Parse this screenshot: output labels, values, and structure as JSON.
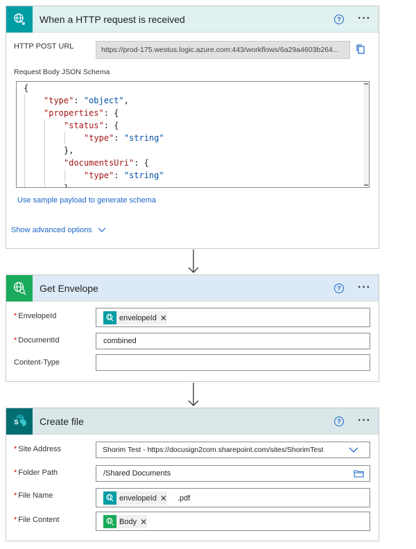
{
  "trigger": {
    "title": "When a HTTP request is received",
    "url_label": "HTTP POST URL",
    "url_value": "https://prod-175.westus.logic.azure.com:443/workflows/6a29a4603b264...",
    "schema_label": "Request Body JSON Schema",
    "code_lines": [
      {
        "indent": 0,
        "parts": [
          [
            "pun",
            "{"
          ]
        ]
      },
      {
        "indent": 1,
        "parts": [
          [
            "key",
            "\"type\""
          ],
          [
            "pun",
            ": "
          ],
          [
            "str",
            "\"object\""
          ],
          [
            "pun",
            ","
          ]
        ]
      },
      {
        "indent": 1,
        "parts": [
          [
            "key",
            "\"properties\""
          ],
          [
            "pun",
            ": {"
          ]
        ]
      },
      {
        "indent": 2,
        "parts": [
          [
            "key",
            "\"status\""
          ],
          [
            "pun",
            ": {"
          ]
        ]
      },
      {
        "indent": 3,
        "parts": [
          [
            "key",
            "\"type\""
          ],
          [
            "pun",
            ": "
          ],
          [
            "str",
            "\"string\""
          ]
        ]
      },
      {
        "indent": 2,
        "parts": [
          [
            "pun",
            "},"
          ]
        ]
      },
      {
        "indent": 2,
        "parts": [
          [
            "key",
            "\"documentsUri\""
          ],
          [
            "pun",
            ": {"
          ]
        ]
      },
      {
        "indent": 3,
        "parts": [
          [
            "key",
            "\"type\""
          ],
          [
            "pun",
            ": "
          ],
          [
            "str",
            "\"string\""
          ]
        ]
      },
      {
        "indent": 2,
        "parts": [
          [
            "pun",
            "}"
          ]
        ]
      }
    ],
    "sample_link": "Use sample payload to generate schema",
    "advanced_link": "Show advanced options",
    "colors": {
      "header_bg": "#e1f0f1",
      "icon_bg": "#009da5"
    }
  },
  "get_envelope": {
    "title": "Get Envelope",
    "fields": {
      "envelope_label": "EnvelopeId",
      "envelope_token": "envelopeId",
      "document_label": "DocumentId",
      "document_value": "combined",
      "content_type_label": "Content-Type"
    },
    "colors": {
      "header_bg": "#dce9f6",
      "icon_bg": "#1bab5c"
    }
  },
  "create_file": {
    "title": "Create file",
    "fields": {
      "site_label": "Site Address",
      "site_value": "Shorim Test - https://docusign2com.sharepoint.com/sites/ShorimTest",
      "folder_label": "Folder Path",
      "folder_value": "/Shared Documents",
      "name_label": "File Name",
      "name_token": "envelopeId",
      "name_suffix": ".pdf",
      "content_label": "File Content",
      "content_token": "Body"
    },
    "colors": {
      "header_bg": "#dae8ea",
      "icon_bg": "#036c70"
    }
  },
  "common": {
    "help_glyph": "?",
    "more_glyph": "···",
    "remove_glyph": "✕",
    "chevron_glyph": "∨"
  }
}
